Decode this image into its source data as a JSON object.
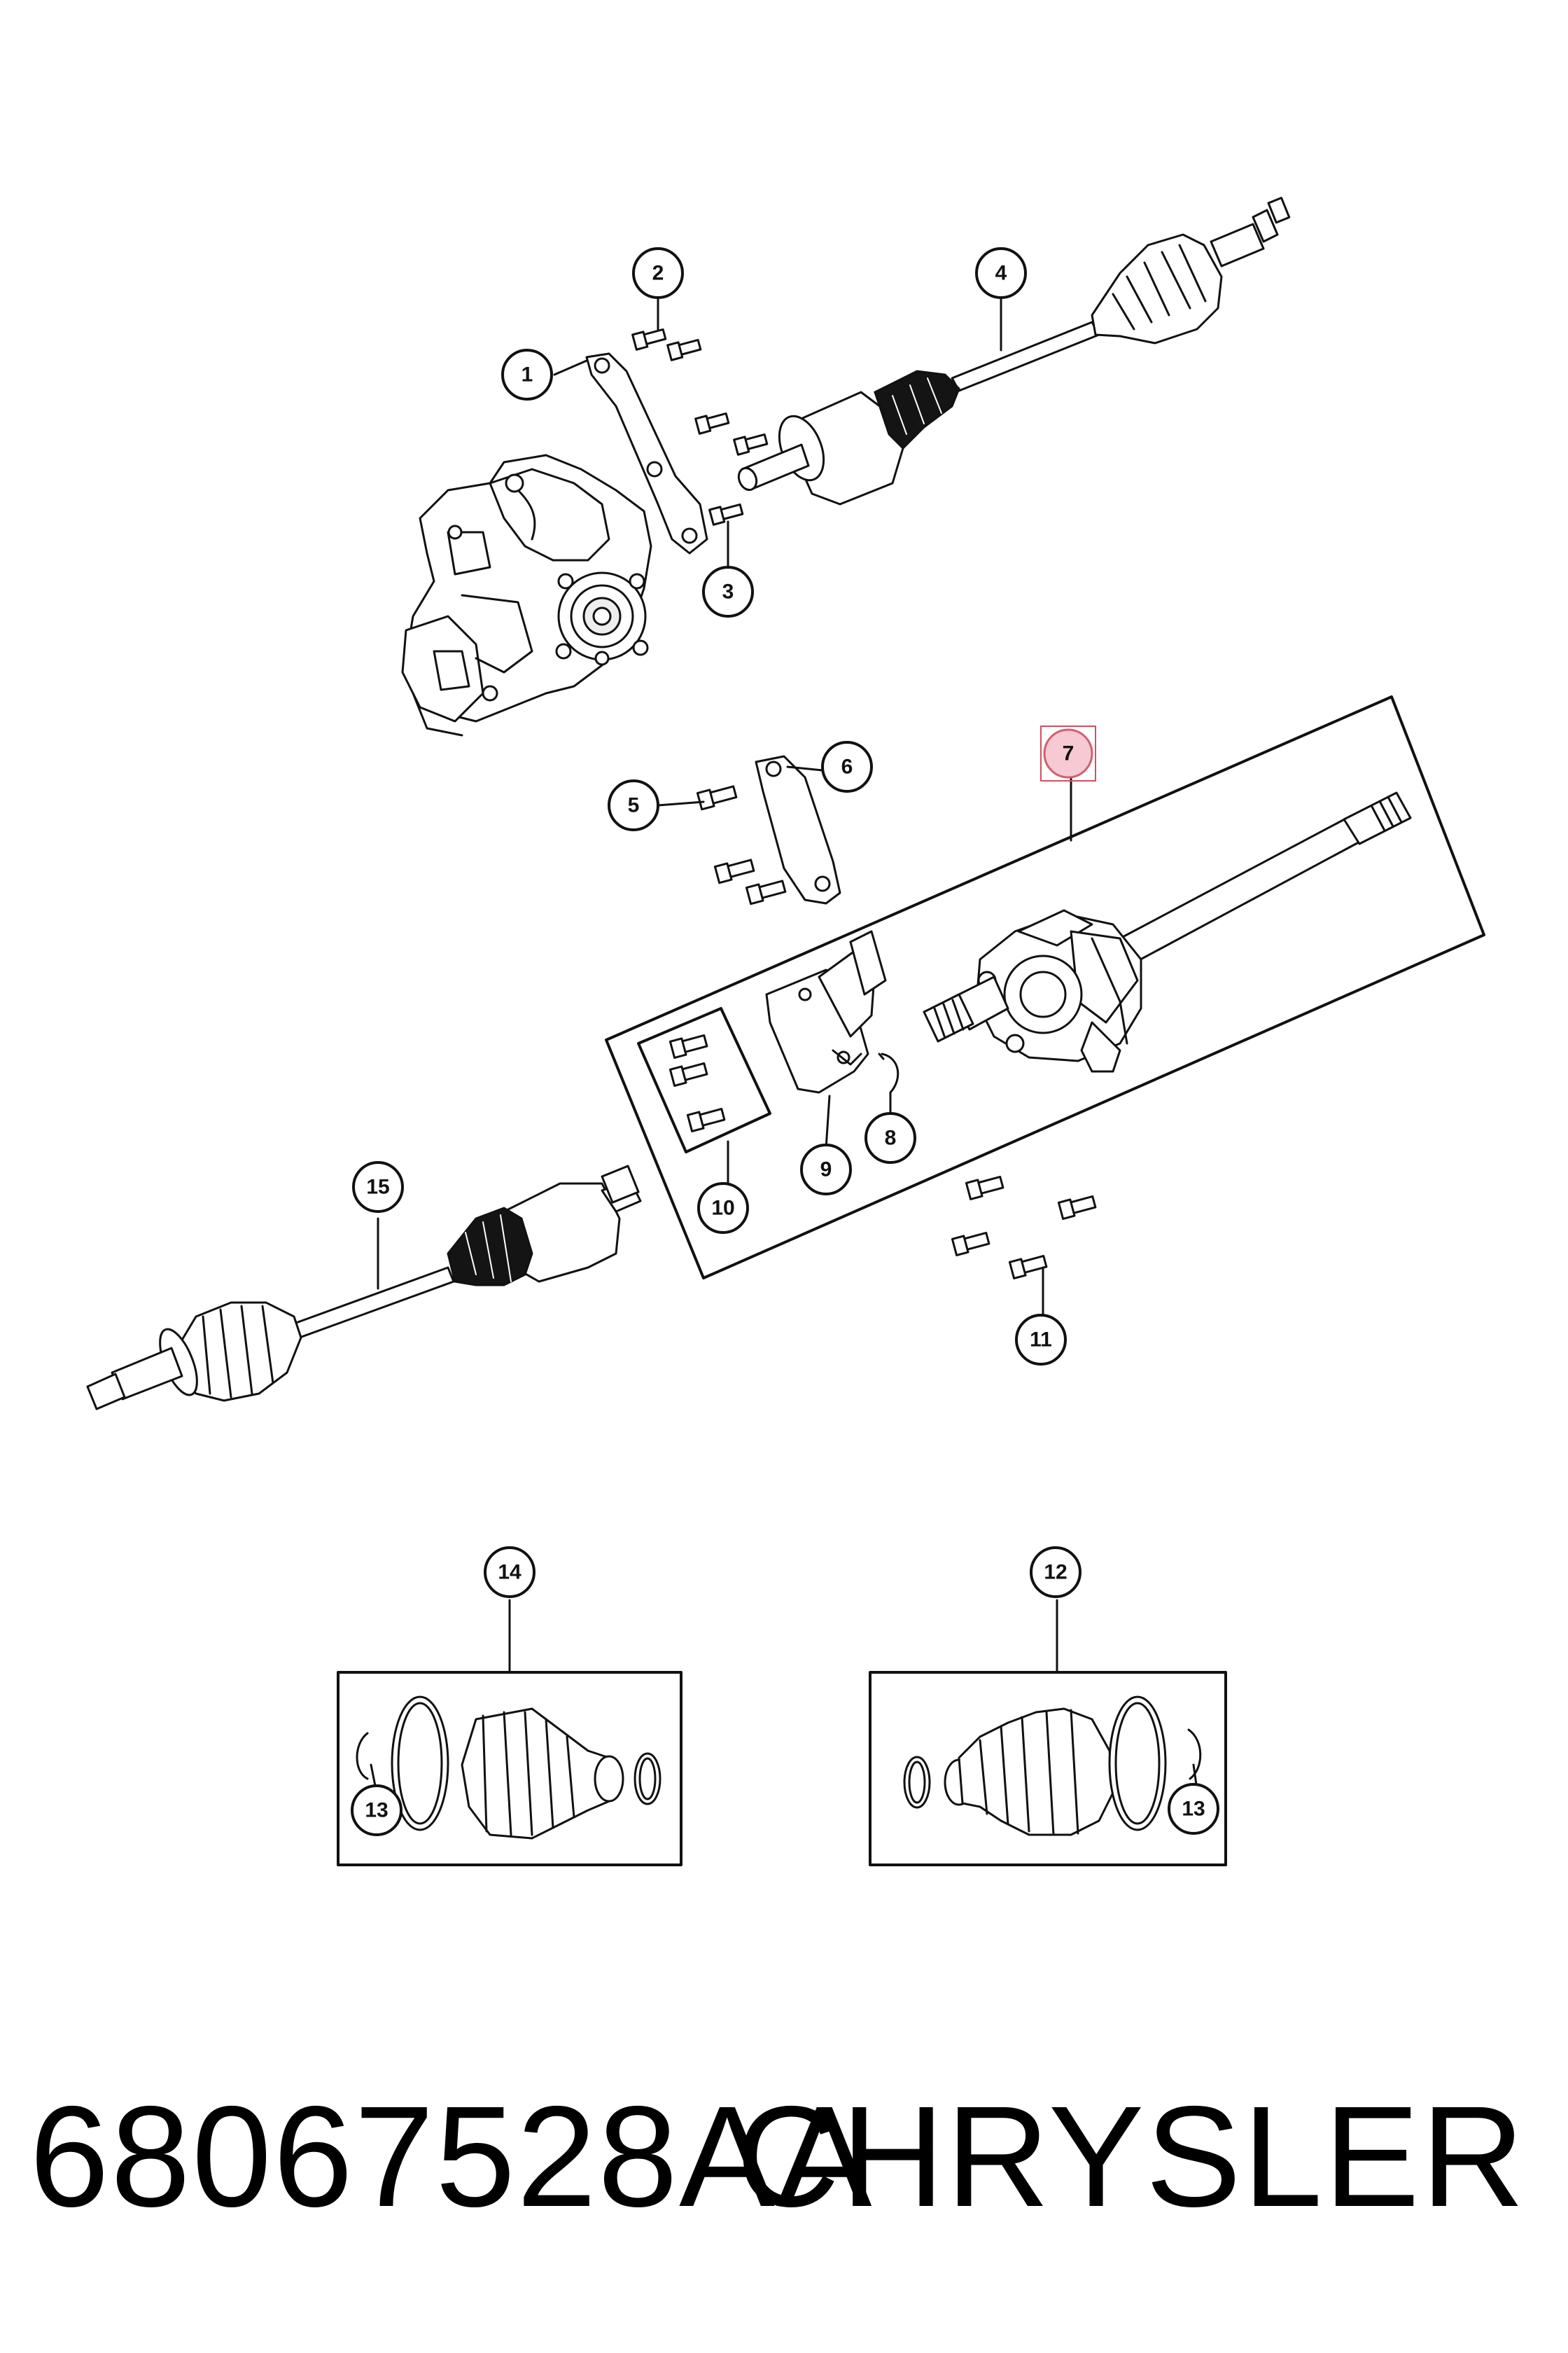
{
  "callouts": {
    "c1": "1",
    "c2": "2",
    "c3": "3",
    "c4": "4",
    "c5": "5",
    "c6": "6",
    "c7": "7",
    "c8": "8",
    "c9": "9",
    "c10": "10",
    "c11": "11",
    "c12": "12",
    "c13a": "13",
    "c13b": "13",
    "c14": "14",
    "c15": "15"
  },
  "highlighted_callout": "7",
  "colors": {
    "highlight_fill": "#f7c9d2",
    "highlight_stroke": "#d05060",
    "line": "#111111"
  },
  "footer": {
    "part_number": "68067528AA",
    "brand": "CHRYSLER"
  }
}
